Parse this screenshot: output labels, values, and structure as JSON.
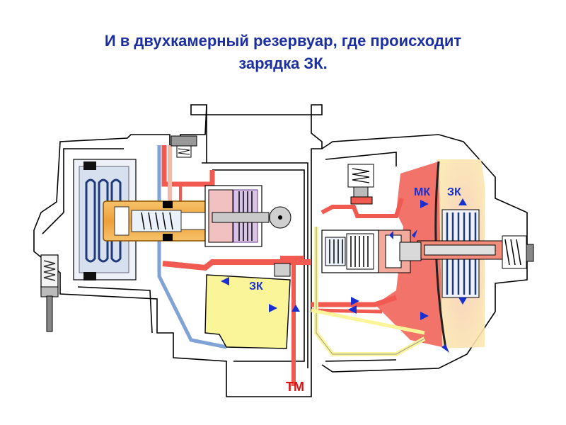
{
  "title": {
    "line1": "И в двухкамерный резервуар, где происходит",
    "line2": "зарядка ЗК."
  },
  "labels": {
    "mk": "МК",
    "zk_right": "ЗК",
    "zk_reservoir": "ЗК",
    "tm": "ТМ"
  },
  "colors": {
    "title": "#1c2fa0",
    "label_blue": "#1a2fd0",
    "tm_red": "#e01010",
    "pressure_red": "#f05a50",
    "reservoir_yellow": "#fbf59a",
    "supply_blue": "#7fa3d6",
    "charge_pink": "#f4b8a8",
    "valve_orange": "#f0a238"
  }
}
